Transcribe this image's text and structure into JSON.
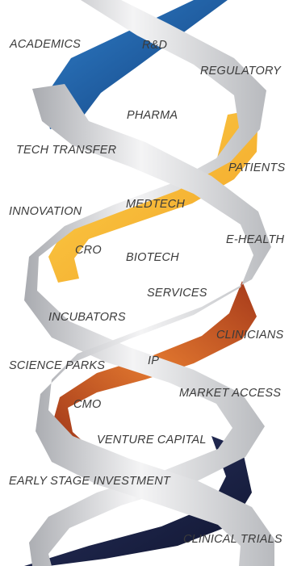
{
  "labels": {
    "academics": "ACADEMICS",
    "rd": "R&D",
    "regulatory": "REGULATORY",
    "pharma": "PHARMA",
    "tech_transfer": "TECH TRANSFER",
    "patients": "PATIENTS",
    "medtech": "MEDTECH",
    "innovation": "INNOVATION",
    "ehealth": "E-HEALTH",
    "cro": "CRO",
    "biotech": "BIOTECH",
    "services": "SERVICES",
    "incubators": "INCUBATORS",
    "clinicians": "CLINICIANS",
    "science_parks": "SCIENCE PARKS",
    "ip": "IP",
    "market_access": "MARKET ACCESS",
    "cmo": "CMO",
    "venture_capital": "VENTURE CAPITAL",
    "early_stage_investment": "EARLY STAGE INVESTMENT",
    "clinical_trials": "CLINICAL TRIALS"
  },
  "colors": {
    "blue": "#1d5aa6",
    "yellow": "#f7b52c",
    "orange": "#d2602a",
    "navy": "#1a2147",
    "ribbon": "#d9dadd",
    "text": "#3b3b3b"
  }
}
